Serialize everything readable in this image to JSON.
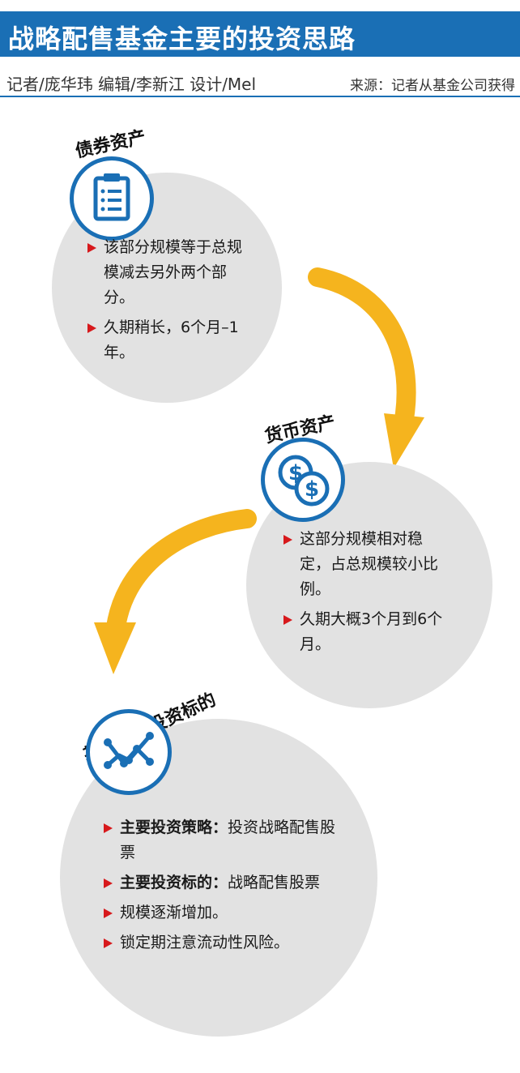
{
  "header": {
    "title": "战略配售基金主要的投资思路",
    "credits": "记者/庞华玮  编辑/李新江  设计/Mel",
    "source": "来源：记者从基金公司获得"
  },
  "colors": {
    "header_blue": "#1a6fb5",
    "arrow_orange": "#f5b41e",
    "bullet_red": "#d7191c",
    "circle_gray": "#e2e2e2"
  },
  "sections": [
    {
      "label": "债券资产",
      "icon": "clipboard-icon",
      "points": [
        "该部分规模等于总规模减去另外两个部分。",
        "久期稍长，6个月–1年。"
      ]
    },
    {
      "label": "货币资产",
      "icon": "dollar-coins-icon",
      "points": [
        "这部分规模相对稳定，占总规模较小比例。",
        "久期大概3个月到6个月。"
      ]
    },
    {
      "label": "基金主要投资标的",
      "icon": "trend-chart-icon",
      "points": [
        {
          "bold": "主要投资策略：",
          "text": "投资战略配售股票"
        },
        {
          "bold": "主要投资标的：",
          "text": "战略配售股票"
        },
        {
          "bold": "",
          "text": "规模逐渐增加。"
        },
        {
          "bold": "",
          "text": "锁定期注意流动性风险。"
        }
      ]
    }
  ]
}
